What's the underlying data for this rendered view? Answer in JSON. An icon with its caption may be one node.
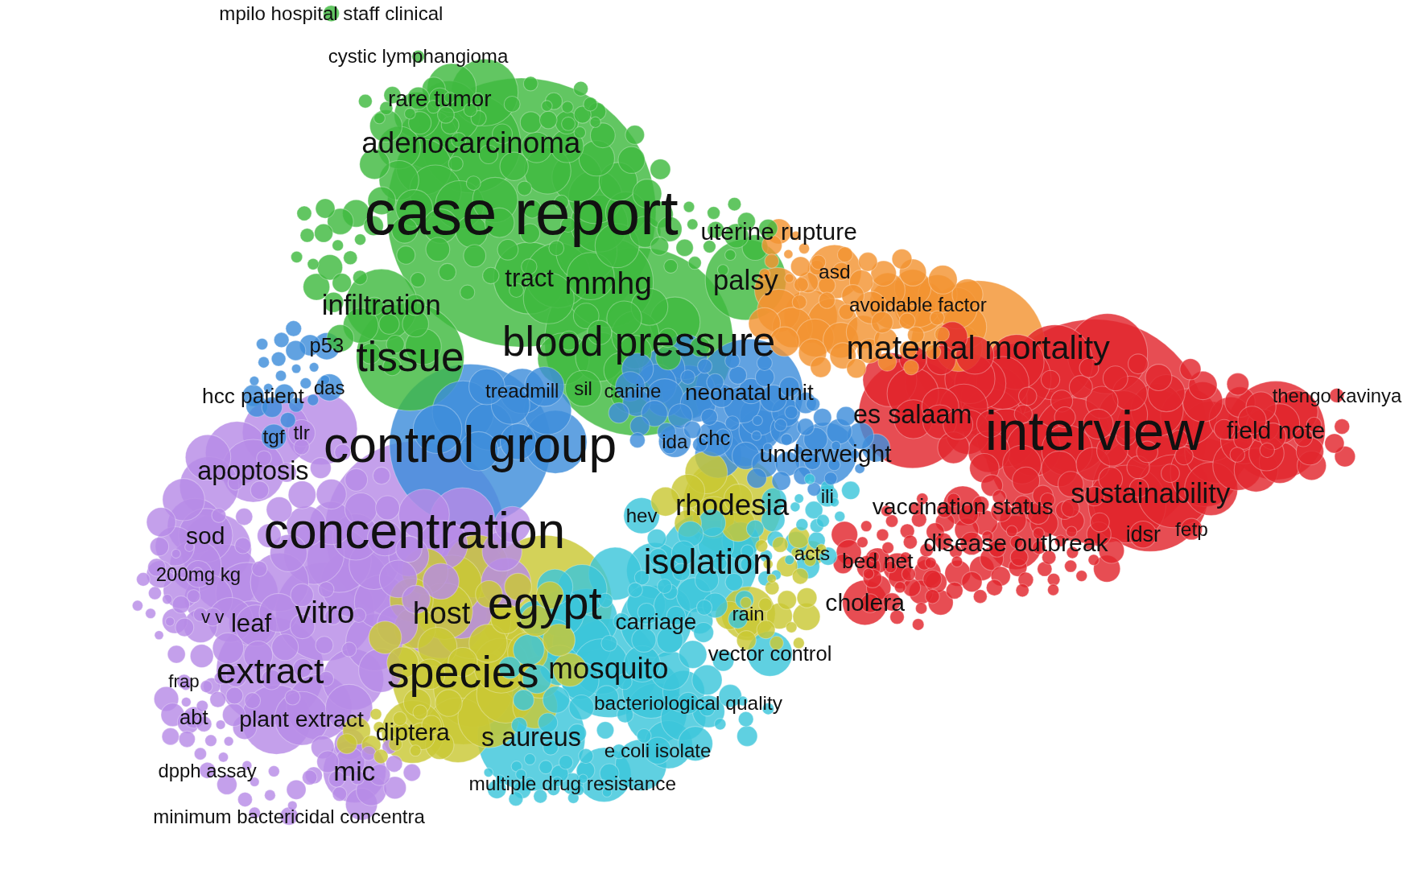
{
  "diagram": {
    "nodes": [
      {
        "text": [
          "mpilo hospital staff clinical"
        ]
      },
      {
        "text": [
          "cystic lymphangioma"
        ]
      },
      {
        "text": [
          "rare tumor"
        ]
      },
      {
        "text": [
          "adenocarcinoma"
        ]
      },
      {
        "text": [
          "case report"
        ]
      },
      {
        "text": [
          "uterine rupture"
        ]
      },
      {
        "text": [
          "tract"
        ]
      },
      {
        "text": [
          "mmhg"
        ]
      },
      {
        "text": [
          "palsy"
        ]
      },
      {
        "text": [
          "asd"
        ]
      },
      {
        "text": [
          "infiltration"
        ]
      },
      {
        "text": [
          "avoidable factor"
        ]
      },
      {
        "text": [
          "maternal mortality"
        ]
      },
      {
        "text": [
          "p53"
        ]
      },
      {
        "text": [
          "tissue"
        ]
      },
      {
        "text": [
          "blood pressure"
        ]
      },
      {
        "text": [
          "hcc patient"
        ]
      },
      {
        "text": [
          "das"
        ]
      },
      {
        "text": [
          "treadmill"
        ]
      },
      {
        "text": [
          "sil"
        ]
      },
      {
        "text": [
          "canine"
        ]
      },
      {
        "text": [
          "neonatal unit"
        ]
      },
      {
        "text": [
          "thengo kavinya"
        ]
      },
      {
        "text": [
          "es salaam"
        ]
      },
      {
        "text": [
          "interview"
        ]
      },
      {
        "text": [
          "field note"
        ]
      },
      {
        "text": [
          "tgf"
        ]
      },
      {
        "text": [
          "tlr"
        ]
      },
      {
        "text": [
          "control group"
        ]
      },
      {
        "text": [
          "ida"
        ]
      },
      {
        "text": [
          "chc"
        ]
      },
      {
        "text": [
          "underweight"
        ]
      },
      {
        "text": [
          "apoptosis"
        ]
      },
      {
        "text": [
          "sustainability"
        ]
      },
      {
        "text": [
          "vaccination status"
        ]
      },
      {
        "text": [
          "rhodesia"
        ]
      },
      {
        "text": [
          "hev"
        ]
      },
      {
        "text": [
          "ili"
        ]
      },
      {
        "text": [
          "concentration"
        ]
      },
      {
        "text": [
          "sod"
        ]
      },
      {
        "text": [
          "idsr"
        ]
      },
      {
        "text": [
          "fetp"
        ]
      },
      {
        "text": [
          "disease outbreak"
        ]
      },
      {
        "text": [
          "acts"
        ]
      },
      {
        "text": [
          "bed net"
        ]
      },
      {
        "text": [
          "isolation"
        ]
      },
      {
        "text": [
          "200mg kg"
        ]
      },
      {
        "text": [
          "egypt"
        ]
      },
      {
        "text": [
          "cholera"
        ]
      },
      {
        "text": [
          "vitro"
        ]
      },
      {
        "text": [
          "host"
        ]
      },
      {
        "text": [
          "rain"
        ]
      },
      {
        "text": [
          "v v"
        ]
      },
      {
        "text": [
          "leaf"
        ]
      },
      {
        "text": [
          "carriage"
        ]
      },
      {
        "text": [
          "vector control"
        ]
      },
      {
        "text": [
          "extract"
        ]
      },
      {
        "text": [
          "species"
        ]
      },
      {
        "text": [
          "mosquito"
        ]
      },
      {
        "text": [
          "frap"
        ]
      },
      {
        "text": [
          "bacteriological quality"
        ]
      },
      {
        "text": [
          "abt"
        ]
      },
      {
        "text": [
          "plant extract"
        ]
      },
      {
        "text": [
          "diptera"
        ]
      },
      {
        "text": [
          "s aureus"
        ]
      },
      {
        "text": [
          "e coli isolate"
        ]
      },
      {
        "text": [
          "dpph assay"
        ]
      },
      {
        "text": [
          "mic"
        ]
      },
      {
        "text": [
          "multiple drug resistance"
        ]
      },
      {
        "text": [
          "minimum bactericidal concentra"
        ]
      }
    ]
  }
}
